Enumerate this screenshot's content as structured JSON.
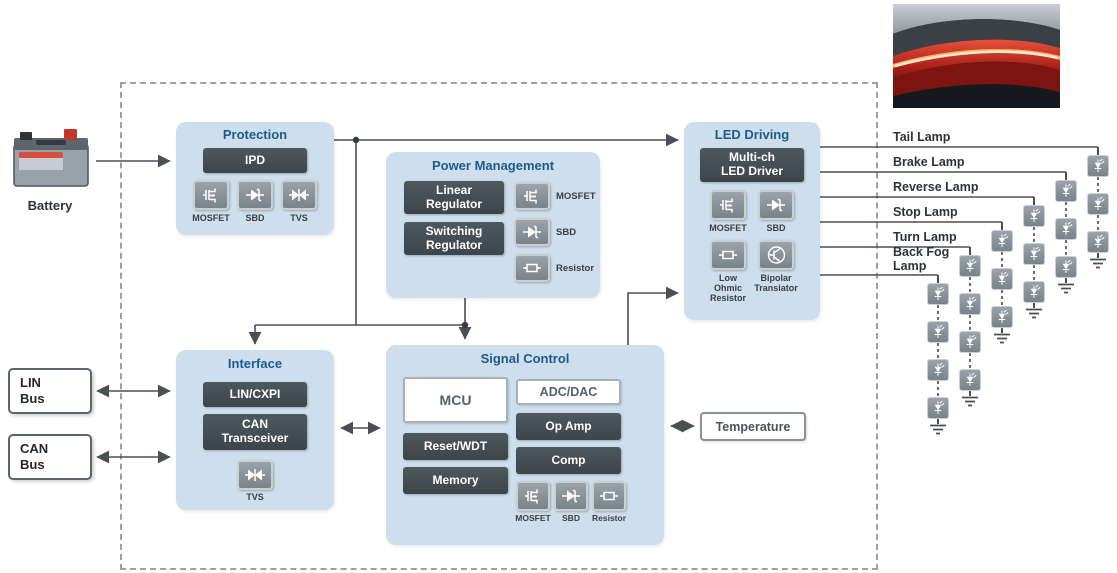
{
  "battery": {
    "label": "Battery"
  },
  "buses": {
    "lin": "LIN\nBus",
    "can": "CAN\nBus"
  },
  "temperature": "Temperature",
  "blocks": {
    "protection": {
      "title": "Protection",
      "ipd": "IPD"
    },
    "power": {
      "title": "Power Management",
      "linear": "Linear\nRegulator",
      "switching": "Switching\nRegulator"
    },
    "led_driving": {
      "title": "LED Driving",
      "driver": "Multi-ch\nLED Driver",
      "low_ohmic": "Low\nOhmic\nResistor",
      "bipolar": "Bipolar\nTransiator"
    },
    "interface": {
      "title": "Interface",
      "lin_cxpi": "LIN/CXPI",
      "can_transceiver": "CAN\nTransceiver"
    },
    "signal": {
      "title": "Signal Control",
      "mcu": "MCU",
      "adc_dac": "ADC/DAC",
      "op_amp": "Op Amp",
      "comp": "Comp",
      "reset_wdt": "Reset/WDT",
      "memory": "Memory"
    }
  },
  "icon_labels": {
    "mosfet": "MOSFET",
    "sbd": "SBD",
    "tvs": "TVS",
    "resistor": "Resistor"
  },
  "lamps": [
    "Tail Lamp",
    "Brake Lamp",
    "Reverse Lamp",
    "Stop Lamp",
    "Turn Lamp",
    "Back Fog\nLamp"
  ],
  "colors": {
    "panel_bg": "#cfdeec",
    "dark_button": "#454f57",
    "title_blue": "#1b5c8e",
    "line": "#4a4f54",
    "lamp_red": "#b71c1c"
  }
}
